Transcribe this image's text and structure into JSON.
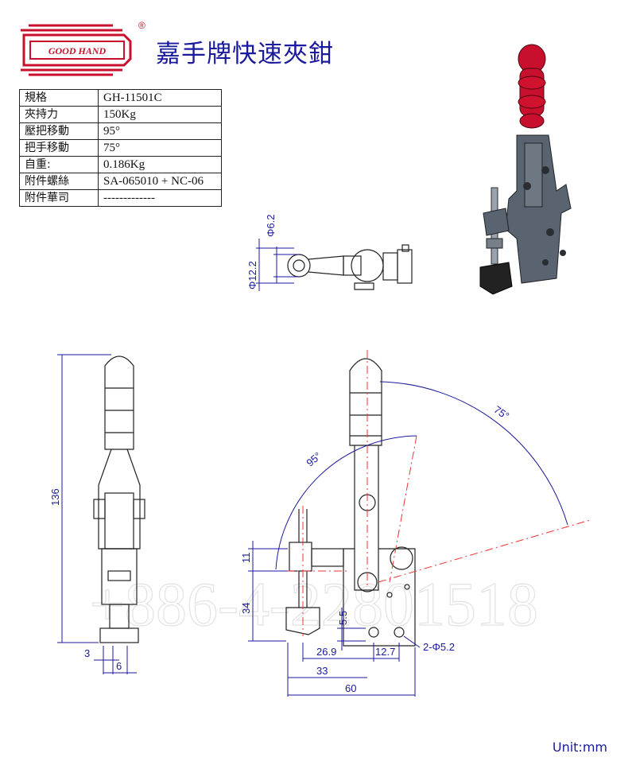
{
  "brand": {
    "logo_text": "GOOD HAND",
    "registered_mark": "®"
  },
  "heading": "嘉手牌快速夾鉗",
  "specs": [
    {
      "label": "規格",
      "value": "GH-11501C"
    },
    {
      "label": "夾持力",
      "value": "150Kg"
    },
    {
      "label": "壓把移動",
      "value": "95°"
    },
    {
      "label": "把手移動",
      "value": "75°"
    },
    {
      "label": "自重:",
      "value": "0.186Kg"
    },
    {
      "label": "附件螺絲",
      "value": "SA-065010 + NC-06"
    },
    {
      "label": "附件華司",
      "value": "-------------"
    }
  ],
  "dimensions": {
    "height_total": "136",
    "width_3": "3",
    "width_6": "6",
    "dia_6_2": "Φ6.2",
    "dia_12_2": "Φ12.2",
    "angle_95": "95°",
    "angle_75": "75°",
    "h_11": "11",
    "h_34": "34",
    "h_5_5": "5.5",
    "w_26_9": "26.9",
    "w_12_7": "12.7",
    "w_33": "33",
    "w_60": "60",
    "holes": "2-Φ5.2"
  },
  "watermark_phone": "+886-4-22801518",
  "unit_label": "Unit:mm",
  "colors": {
    "dimension": "#1a1a9c",
    "logo": "#c8102e",
    "handle": "#c8102e",
    "body": "#5a6470"
  }
}
